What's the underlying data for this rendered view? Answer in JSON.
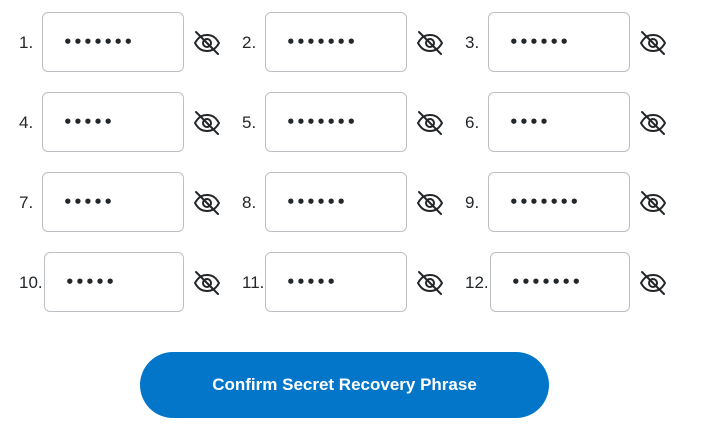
{
  "words": [
    {
      "number": "1.",
      "masked": "•••••••"
    },
    {
      "number": "2.",
      "masked": "•••••••"
    },
    {
      "number": "3.",
      "masked": "••••••"
    },
    {
      "number": "4.",
      "masked": "•••••"
    },
    {
      "number": "5.",
      "masked": "•••••••"
    },
    {
      "number": "6.",
      "masked": "••••"
    },
    {
      "number": "7.",
      "masked": "•••••"
    },
    {
      "number": "8.",
      "masked": "••••••"
    },
    {
      "number": "9.",
      "masked": "•••••••"
    },
    {
      "number": "10.",
      "masked": "•••••"
    },
    {
      "number": "11.",
      "masked": "•••••"
    },
    {
      "number": "12.",
      "masked": "•••••••"
    }
  ],
  "eye_icon": "eye-slash-icon",
  "confirm_button": {
    "label": "Confirm Secret Recovery Phrase"
  },
  "colors": {
    "accent": "#0376c9",
    "field_border": "#bbc0c5",
    "text": "#24272a"
  }
}
